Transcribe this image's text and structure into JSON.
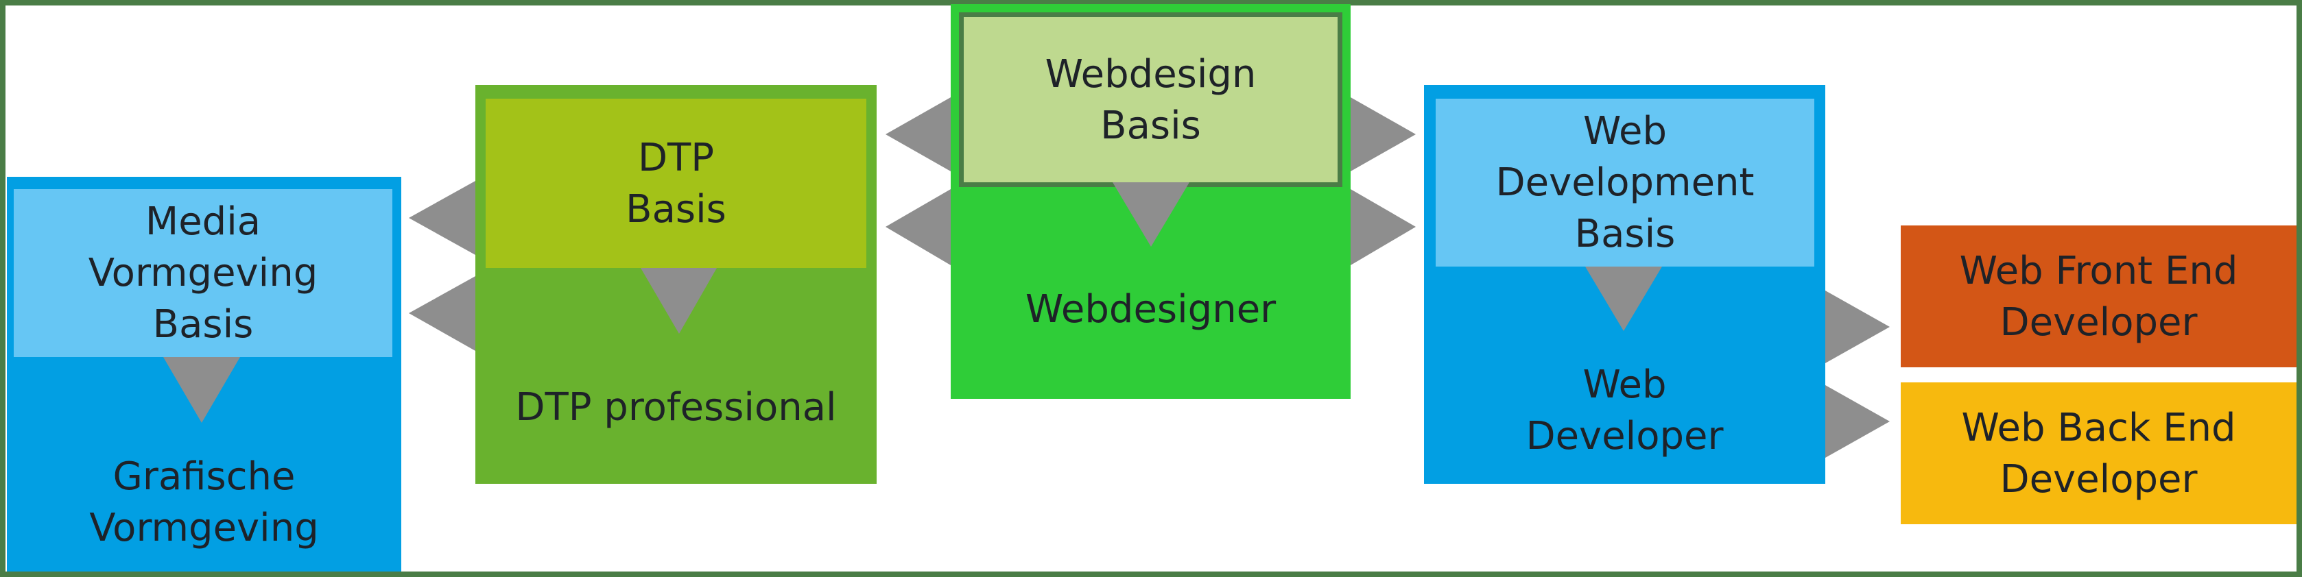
{
  "colors": {
    "frame_border": "#4a7d46",
    "arrow": "#8e8e8e",
    "blue_outer": "#029fe3",
    "blue_inner": "#66c6f4",
    "olive_outer": "#69b22e",
    "olive_inner": "#a3c218",
    "green_outer": "#2fcd38",
    "green_inner": "#bed98f",
    "orange": "#d35616",
    "yellow": "#f7b90e"
  },
  "stages": [
    {
      "basis": "Media\nVormgeving\nBasis",
      "professional": "Grafische\nVormgeving"
    },
    {
      "basis": "DTP\nBasis",
      "professional": "DTP professional"
    },
    {
      "basis": "Webdesign\nBasis",
      "professional": "Webdesigner"
    },
    {
      "basis": "Web\nDevelopment\nBasis",
      "professional": "Web\nDeveloper"
    }
  ],
  "specializations": {
    "front_end": "Web Front End\nDeveloper",
    "back_end": "Web Back End\nDeveloper"
  }
}
